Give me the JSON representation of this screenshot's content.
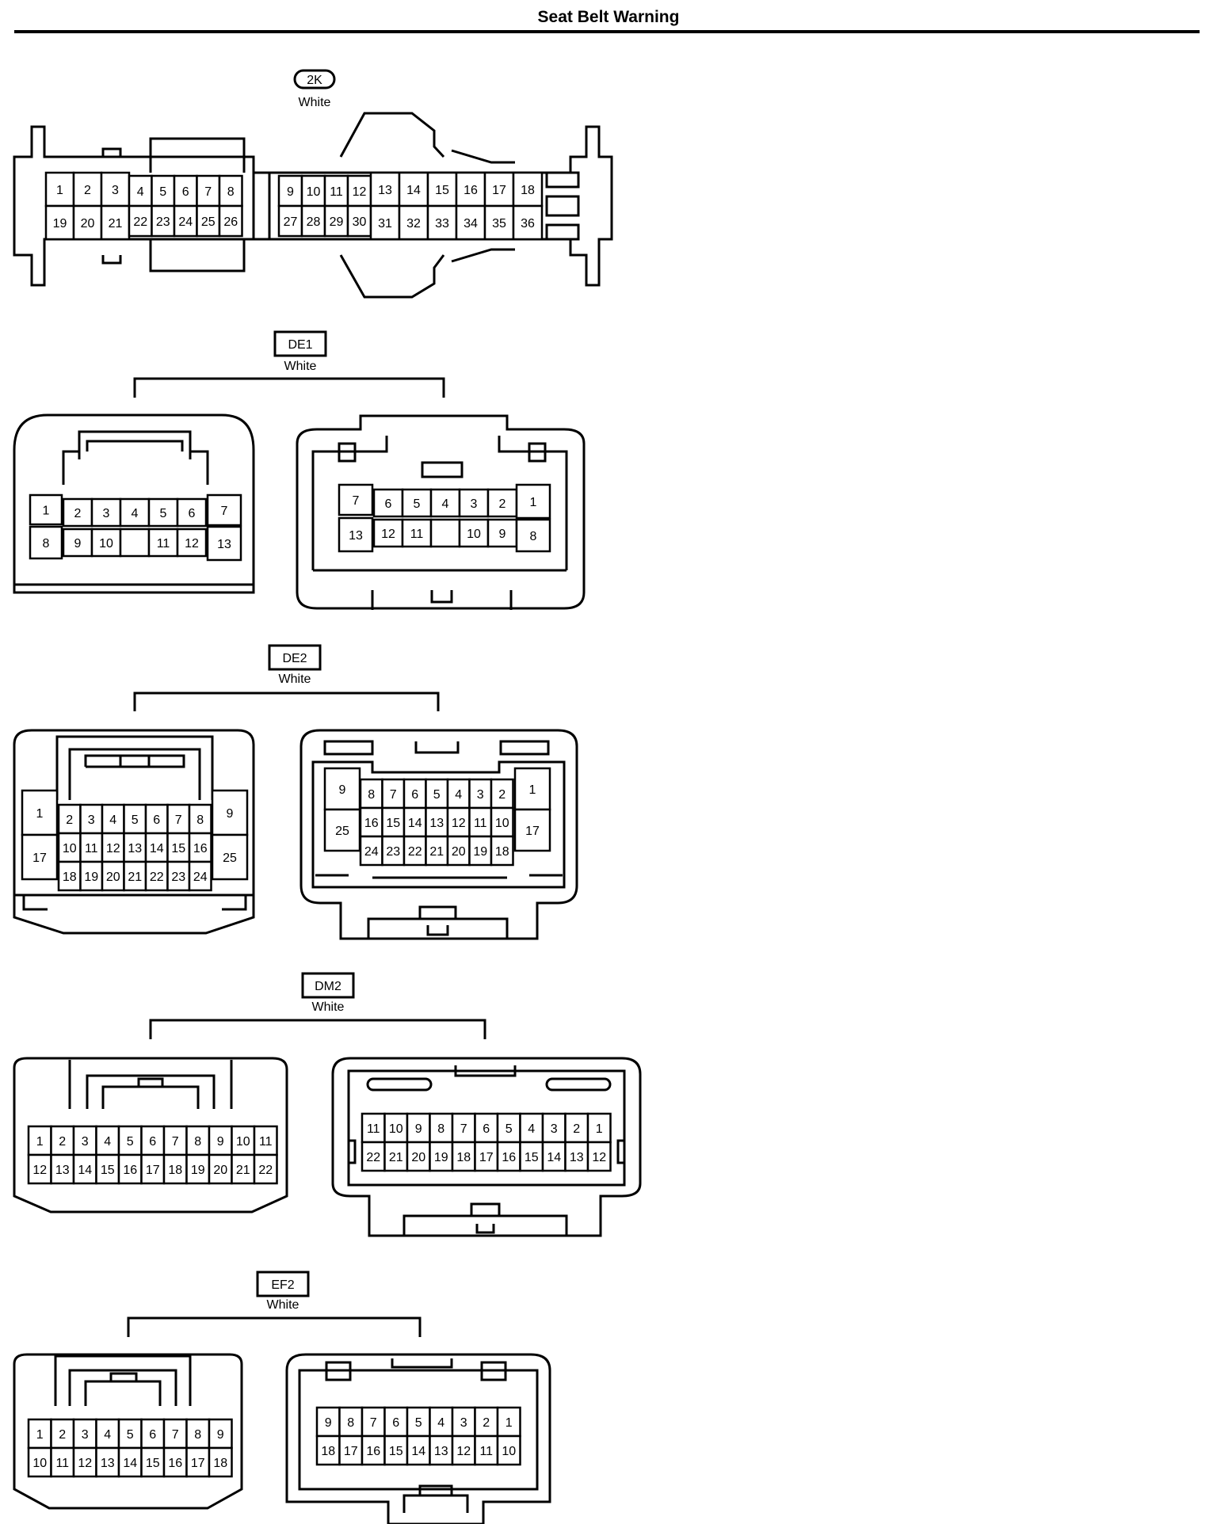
{
  "title": "Seat Belt Warning",
  "connectors": [
    {
      "id": "2K",
      "color": "White",
      "badge": "pill",
      "halves": [
        {
          "groups": [
            {
              "top": [
                "1",
                "2",
                "3"
              ],
              "bottom": [
                "19",
                "20",
                "21"
              ]
            },
            {
              "top": [
                "4",
                "5",
                "6",
                "7",
                "8"
              ],
              "bottom": [
                "22",
                "23",
                "24",
                "25",
                "26"
              ]
            }
          ]
        },
        {
          "groups": [
            {
              "top": [
                "9",
                "10",
                "11",
                "12"
              ],
              "bottom": [
                "27",
                "28",
                "29",
                "30"
              ]
            },
            {
              "top": [
                "13",
                "14",
                "15",
                "16",
                "17",
                "18"
              ],
              "bottom": [
                "31",
                "32",
                "33",
                "34",
                "35",
                "36"
              ]
            }
          ]
        }
      ]
    },
    {
      "id": "DE1",
      "color": "White",
      "badge": "box",
      "views": [
        {
          "top": [
            "2",
            "3",
            "4",
            "5",
            "6"
          ],
          "bottom": [
            "9",
            "10",
            "",
            "11",
            "12"
          ],
          "left": [
            "1",
            "8"
          ],
          "right": [
            "7",
            "13"
          ]
        },
        {
          "top": [
            "6",
            "5",
            "4",
            "3",
            "2"
          ],
          "bottom": [
            "12",
            "11",
            "",
            "10",
            "9"
          ],
          "left": [
            "7",
            "13"
          ],
          "right": [
            "1",
            "8"
          ]
        }
      ]
    },
    {
      "id": "DE2",
      "color": "White",
      "badge": "box",
      "views": [
        {
          "rows": [
            [
              "2",
              "3",
              "4",
              "5",
              "6",
              "7",
              "8"
            ],
            [
              "10",
              "11",
              "12",
              "13",
              "14",
              "15",
              "16"
            ],
            [
              "18",
              "19",
              "20",
              "21",
              "22",
              "23",
              "24"
            ]
          ],
          "left": [
            "1",
            "17"
          ],
          "right": [
            "9",
            "25"
          ]
        },
        {
          "rows": [
            [
              "8",
              "7",
              "6",
              "5",
              "4",
              "3",
              "2"
            ],
            [
              "16",
              "15",
              "14",
              "13",
              "12",
              "11",
              "10"
            ],
            [
              "24",
              "23",
              "22",
              "21",
              "20",
              "19",
              "18"
            ]
          ],
          "left": [
            "9",
            "25"
          ],
          "right": [
            "1",
            "17"
          ]
        }
      ]
    },
    {
      "id": "DM2",
      "color": "White",
      "badge": "box",
      "views": [
        {
          "rows": [
            [
              "1",
              "2",
              "3",
              "4",
              "5",
              "6",
              "7",
              "8",
              "9",
              "10",
              "11"
            ],
            [
              "12",
              "13",
              "14",
              "15",
              "16",
              "17",
              "18",
              "19",
              "20",
              "21",
              "22"
            ]
          ]
        },
        {
          "rows": [
            [
              "11",
              "10",
              "9",
              "8",
              "7",
              "6",
              "5",
              "4",
              "3",
              "2",
              "1"
            ],
            [
              "22",
              "21",
              "20",
              "19",
              "18",
              "17",
              "16",
              "15",
              "14",
              "13",
              "12"
            ]
          ]
        }
      ]
    },
    {
      "id": "EF2",
      "color": "White",
      "badge": "box",
      "views": [
        {
          "rows": [
            [
              "1",
              "2",
              "3",
              "4",
              "5",
              "6",
              "7",
              "8",
              "9"
            ],
            [
              "10",
              "11",
              "12",
              "13",
              "14",
              "15",
              "16",
              "17",
              "18"
            ]
          ]
        },
        {
          "rows": [
            [
              "9",
              "8",
              "7",
              "6",
              "5",
              "4",
              "3",
              "2",
              "1"
            ],
            [
              "18",
              "17",
              "16",
              "15",
              "14",
              "13",
              "12",
              "11",
              "10"
            ]
          ]
        }
      ]
    }
  ]
}
